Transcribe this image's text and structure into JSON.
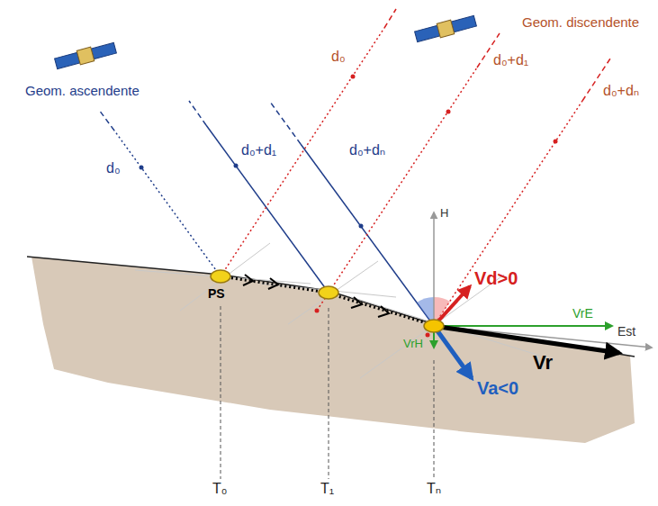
{
  "diagram": {
    "labels": [
      "Geom. ascendente",
      "d₀",
      "d₀+d₁",
      "d₀+dₙ",
      "d₀",
      "Geom. discendente",
      "d₀+d₁",
      "d₀+dₙ",
      "H",
      "PS",
      "Vd>0",
      "VrE",
      "Est",
      "VrH",
      "Vr",
      "Va<0",
      "T₀",
      "T₁",
      "Tₙ"
    ]
  }
}
